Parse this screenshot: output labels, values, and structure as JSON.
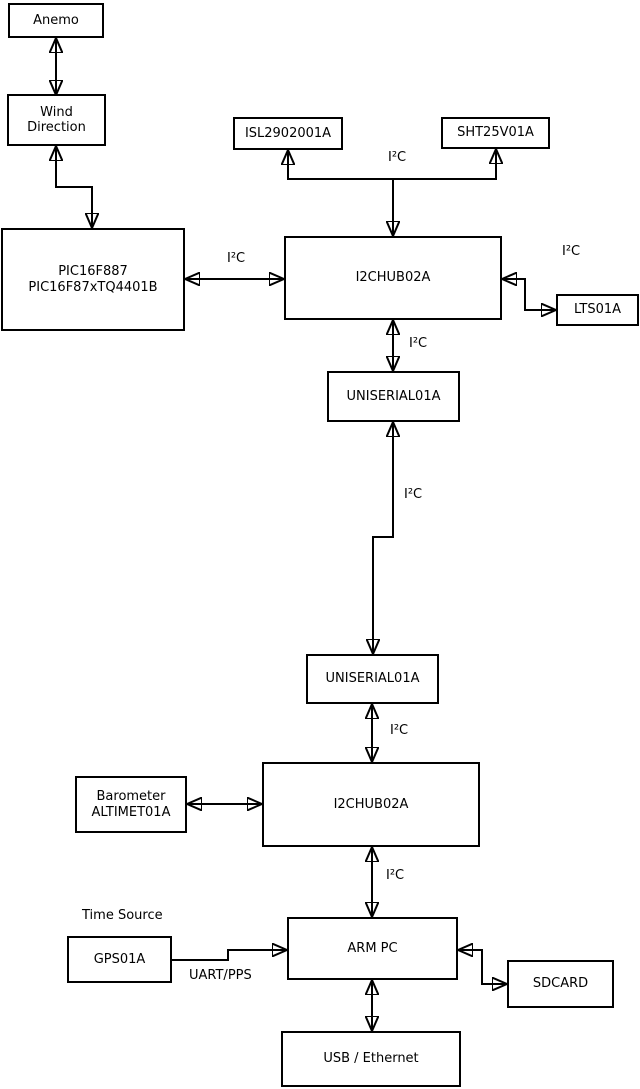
{
  "diagram": {
    "type": "block-diagram",
    "colors": {
      "stroke": "#000000",
      "box_fill": "#ffffff",
      "background": "#ffffff"
    },
    "boxes": {
      "anemo": {
        "label": "Anemo"
      },
      "wind": {
        "lines": [
          "Wind",
          "Direction"
        ]
      },
      "pic": {
        "lines": [
          "PIC16F887",
          "PIC16F87xTQ4401B"
        ]
      },
      "isl": {
        "label": "ISL2902001A"
      },
      "sht": {
        "label": "SHT25V01A"
      },
      "hub1": {
        "label": "I2CHUB02A"
      },
      "lts": {
        "label": "LTS01A"
      },
      "uniserial1": {
        "label": "UNISERIAL01A"
      },
      "uniserial2": {
        "label": "UNISERIAL01A"
      },
      "barometer": {
        "lines": [
          "Barometer",
          "ALTIMET01A"
        ]
      },
      "hub2": {
        "label": "I2CHUB02A"
      },
      "armpc": {
        "label": "ARM PC"
      },
      "gps": {
        "label": "GPS01A"
      },
      "sdcard": {
        "label": "SDCARD"
      },
      "usb": {
        "label": "USB / Ethernet"
      }
    },
    "edge_labels": {
      "pic_hub1": "I²C",
      "hub1_sensors": "I²C",
      "hub1_lts": "I²C",
      "hub1_uniserial1": "I²C",
      "uniserial_link": "I²C",
      "uniserial2_hub2": "I²C",
      "hub2_armpc": "I²C",
      "gps_armpc": "UART/PPS",
      "time_source": "Time Source"
    }
  }
}
